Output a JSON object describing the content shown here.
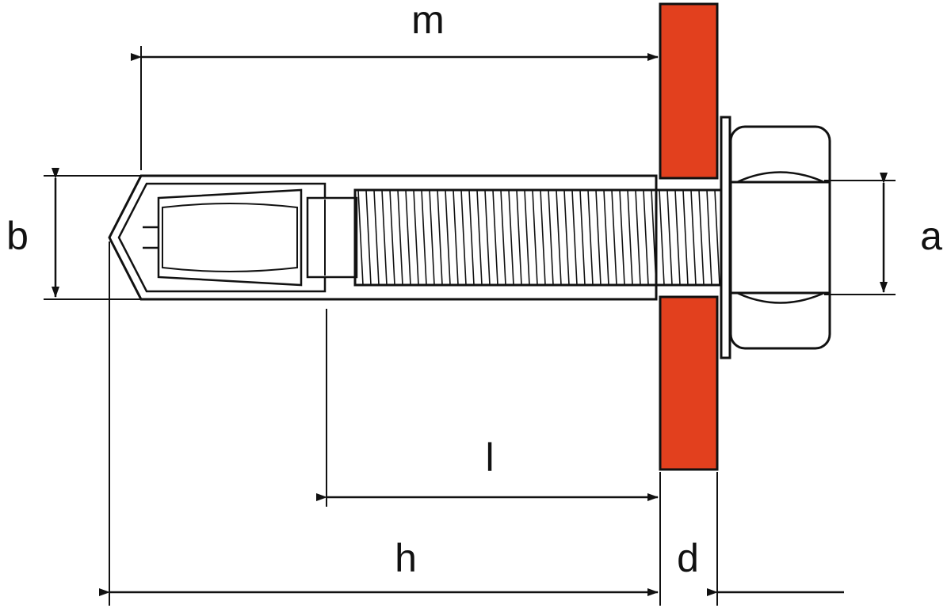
{
  "labels": {
    "m": "m",
    "b": "b",
    "a": "a",
    "l": "l",
    "h": "h",
    "d": "d"
  },
  "colors": {
    "plate": "#e2401e",
    "line": "#111111",
    "bolt": "#ffffff"
  }
}
